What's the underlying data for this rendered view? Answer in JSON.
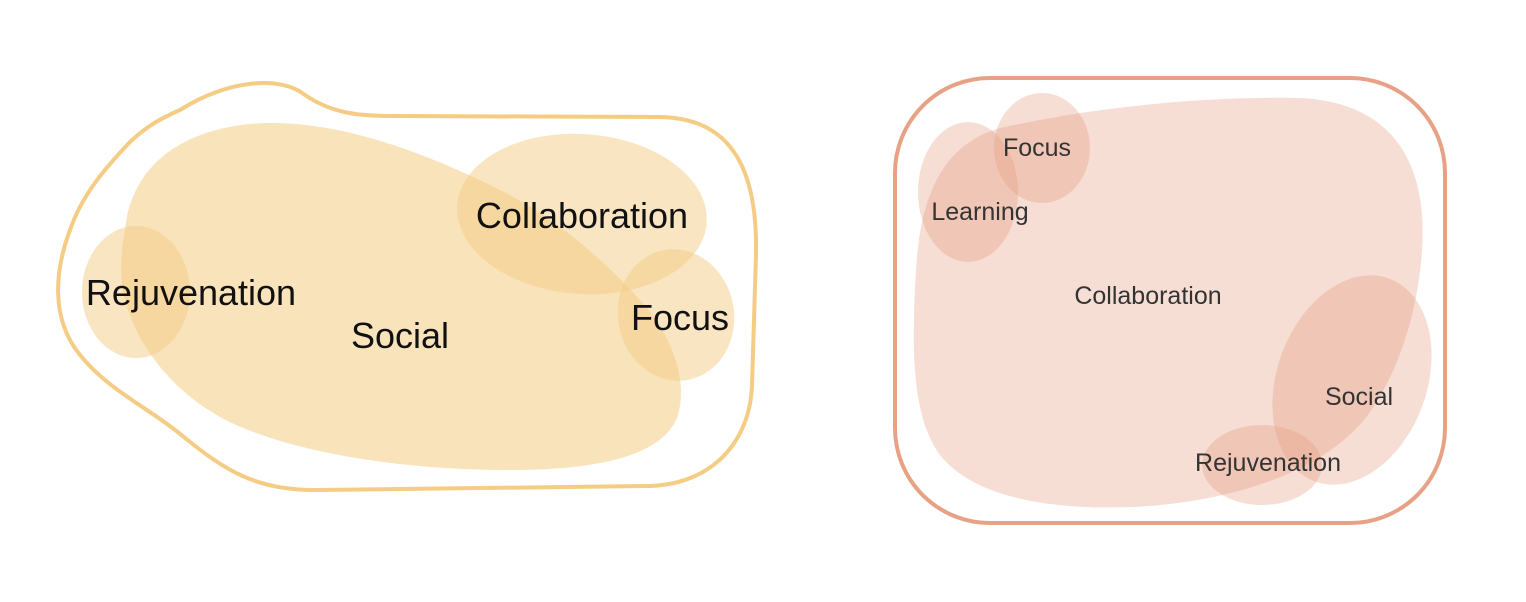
{
  "diagrams": [
    {
      "boundary_color": "#f4cc84",
      "zone_color": "#f4cc84",
      "zones": [
        {
          "label": "Social"
        },
        {
          "label": "Collaboration"
        },
        {
          "label": "Rejuvenation"
        },
        {
          "label": "Focus"
        }
      ]
    },
    {
      "boundary_color": "#e49878",
      "zone_color": "#e49878",
      "zones": [
        {
          "label": "Collaboration"
        },
        {
          "label": "Focus"
        },
        {
          "label": "Learning"
        },
        {
          "label": "Social"
        },
        {
          "label": "Rejuvenation"
        }
      ]
    }
  ]
}
